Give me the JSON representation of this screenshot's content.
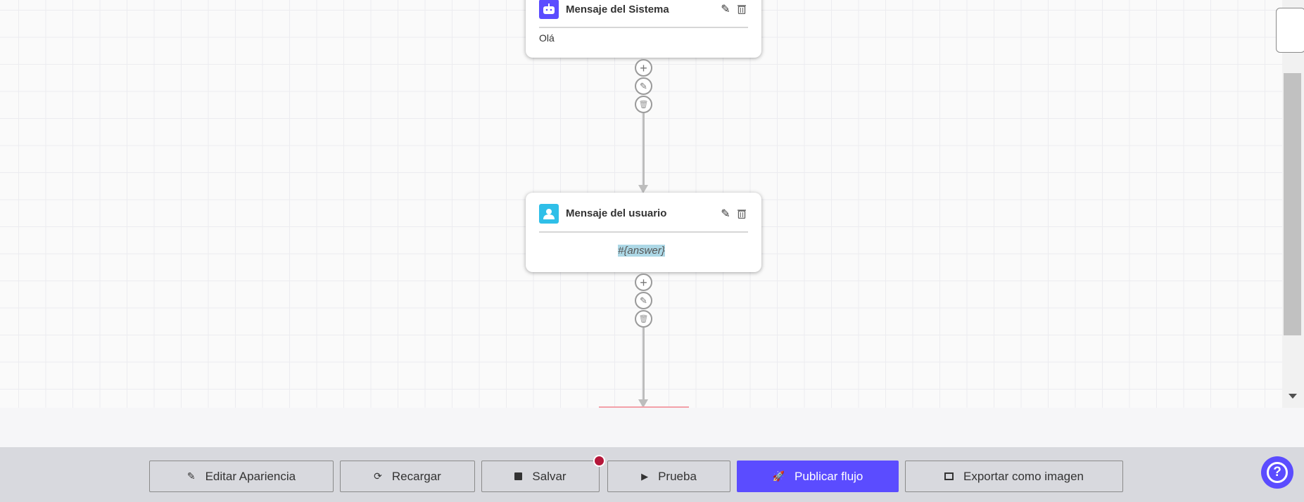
{
  "nodes": [
    {
      "title": "Mensaje del Sistema",
      "type": "system",
      "icon": "robot-icon",
      "icon_color": "#5b4cff",
      "content": "Olá"
    },
    {
      "title": "Mensaje del usuario",
      "type": "user",
      "icon": "user-icon",
      "icon_color": "#2fbfe8",
      "content": "#{answer}"
    }
  ],
  "toolbar": {
    "edit_appearance": "Editar Apariencia",
    "reload": "Recargar",
    "save": "Salvar",
    "test": "Prueba",
    "publish": "Publicar flujo",
    "export": "Exportar como imagen"
  },
  "colors": {
    "accent": "#5b4cff",
    "unsaved_dot": "#b5173a",
    "highlight": "#add8e6"
  }
}
